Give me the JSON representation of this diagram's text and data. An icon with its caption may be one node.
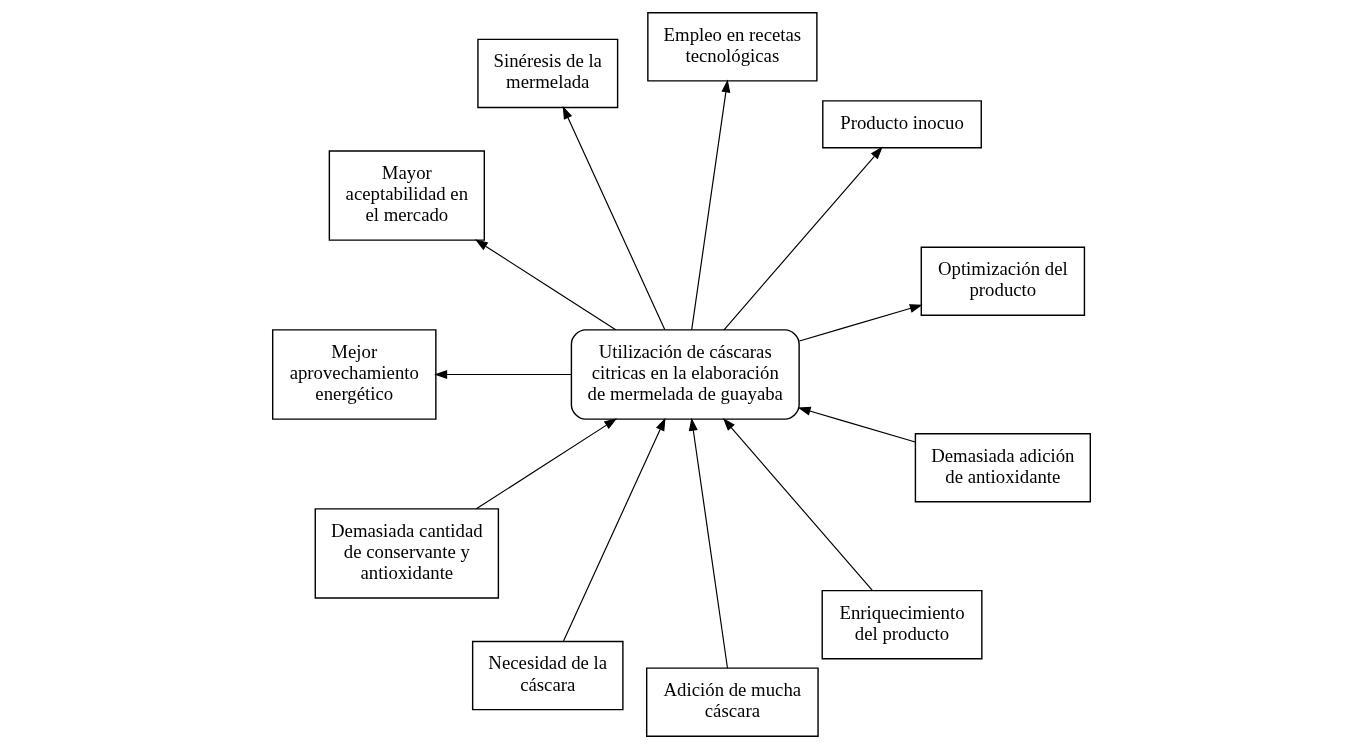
{
  "diagram": {
    "nodes": [
      {
        "text": [
          "Demasiada cantidad de conservante y antioxidante"
        ]
      },
      {
        "text": [
          "Necesidad de la cáscara"
        ]
      },
      {
        "text": [
          "Adición de mucha cáscara"
        ]
      },
      {
        "text": [
          "Optimización del producto"
        ]
      },
      {
        "text": [
          "Enriquecimiento del producto"
        ]
      },
      {
        "text": [
          "Utilización de cáscaras citricas en la elaboración de mermelada de guayaba"
        ]
      },
      {
        "text": [
          "Demasiada adición de antioxidante"
        ]
      },
      {
        "text": [
          "Producto inocuo"
        ]
      },
      {
        "text": [
          "Empleo en recetas tecnológicas"
        ]
      },
      {
        "text": [
          "Sinéresis de la mermelada"
        ]
      },
      {
        "text": [
          "Mayor aceptabilidad en el mercado"
        ]
      },
      {
        "text": [
          "Mejor aprovechamiento energético"
        ]
      }
    ],
    "edges": [
      {
        "from": 2,
        "to": 5,
        "arrow": "to"
      },
      {
        "from": 0,
        "to": 5,
        "arrow": "to"
      },
      {
        "from": 1,
        "to": 5,
        "arrow": "to"
      },
      {
        "from": 5,
        "to": 3,
        "arrow": "to"
      },
      {
        "from": 4,
        "to": 5,
        "arrow": "to"
      },
      {
        "from": 6,
        "to": 5,
        "arrow": "to"
      },
      {
        "from": 5,
        "to": 7,
        "arrow": "to"
      },
      {
        "from": 5,
        "to": 8,
        "arrow": "to"
      },
      {
        "from": 5,
        "to": 9,
        "arrow": "to"
      },
      {
        "from": 5,
        "to": 10,
        "arrow": "to"
      },
      {
        "from": 5,
        "to": 11,
        "arrow": "to"
      }
    ]
  }
}
